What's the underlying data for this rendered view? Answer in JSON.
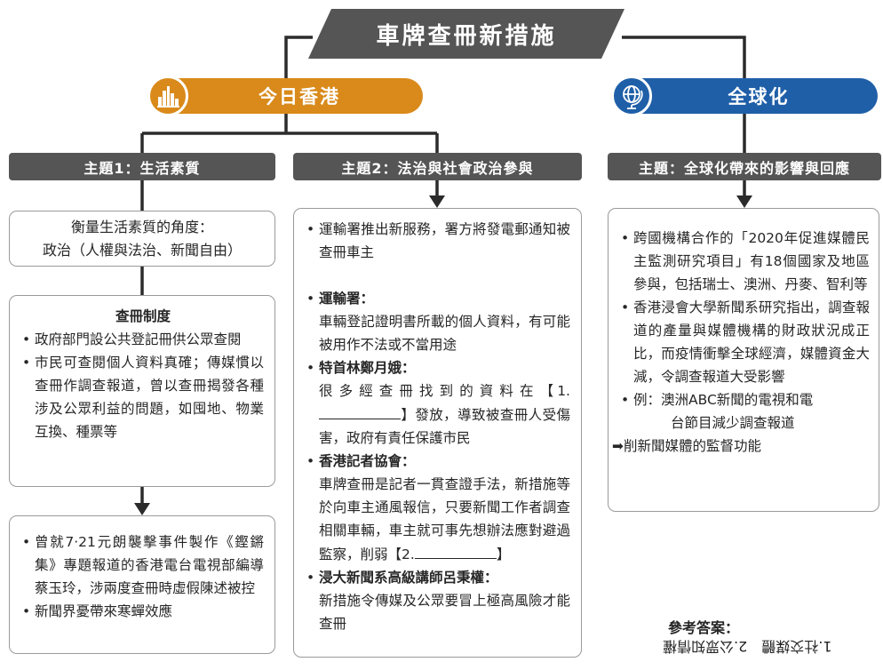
{
  "title": "車牌查冊新措施",
  "colors": {
    "gray": "#555555",
    "orange": "#d98a1a",
    "blue": "#1f5fa8",
    "line": "#2b2b2b"
  },
  "left_header": {
    "label": "今日香港",
    "icon": "city-skyline-icon"
  },
  "right_header": {
    "label": "全球化",
    "icon": "globe-icon"
  },
  "topics": {
    "t1": "主題1：生活素質",
    "t2": "主題2：法治與社會政治參與",
    "t3": "主題：全球化帶來的影響與回應"
  },
  "col1": {
    "box1": {
      "line1": "衡量生活素質的角度：",
      "line2": "政治（人權與法治、新聞自由）"
    },
    "box2": {
      "heading": "查冊制度",
      "items": [
        "政府部門設公共登記冊供公眾查閱",
        "市民可查閱個人資料真確；傳媒慣以查冊作調查報道，曾以查冊揭發各種涉及公眾利益的問題，如囤地、物業互換、種票等"
      ]
    },
    "box3": {
      "items": [
        "曾就7‧21元朗襲擊事件製作《鏗鏘集》專題報道的香港電台電視部編導蔡玉玲，涉兩度查冊時虛假陳述被控",
        "新聞界憂帶來寒蟬效應"
      ]
    }
  },
  "col2": {
    "item1": "運輸署推出新服務，署方將發電郵通知被查冊車主",
    "transport": {
      "label": "運輸署：",
      "text": "車輛登記證明書所載的個人資料，有可能被用作不法或不當用途"
    },
    "ce": {
      "label": "特首林鄭月娥：",
      "text_a": "很多經查冊找到的資料在",
      "blank_open": "【1.",
      "blank_close": "】",
      "text_b": "發放，導致被查冊人受傷害，政府有責任保護市民"
    },
    "hkja": {
      "label": "香港記者協會：",
      "text_a": "車牌查冊是記者一貫查證手法，新措施等於向車主通風報信，只要新聞工作者調查相關車輛，車主就可事先想辦法應對避過監察，削弱",
      "blank_open": "【2.",
      "blank_close": "】"
    },
    "hkbu": {
      "label": "浸大新聞系高級講師呂秉權：",
      "text": "新措施令傳媒及公眾要冒上極高風險才能查冊"
    }
  },
  "col3": {
    "items": [
      "跨國機構合作的「2020年促進媒體民主監測研究項目」有18個國家及地區參與，包括瑞士、澳洲、丹麥、智利等",
      "香港浸會大學新聞系研究指出，調查報道的產量與媒體機構的財政狀況成正比，而疫情衝擊全球經濟，媒體資金大減，令調查報道大受影響"
    ],
    "example_label": "例：",
    "example_a": "澳洲ABC新聞的電視和電",
    "example_b": "台節目減少調查報道",
    "conclusion_arrow": "➡",
    "conclusion": "削新聞媒體的監督功能"
  },
  "answer": {
    "label": "參考答案：",
    "text": "1.社交媒體　2.公眾知情權"
  }
}
